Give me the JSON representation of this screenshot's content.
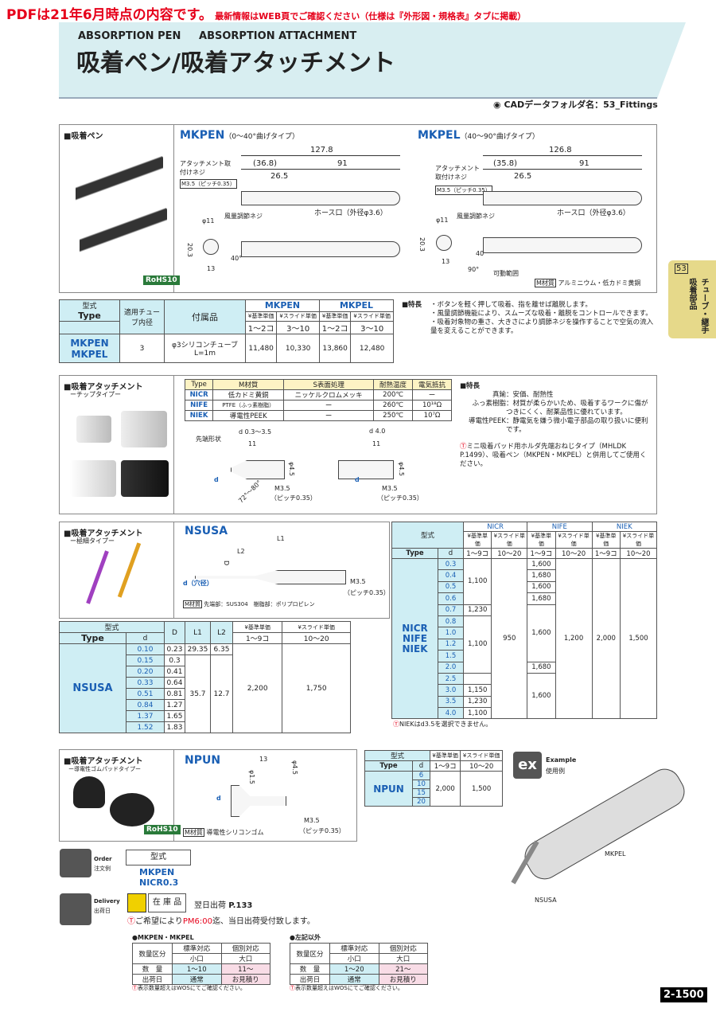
{
  "notice": "PDFは21年6月時点の内容です。",
  "notice_sub": "最新情報はWEB頁でご確認ください（仕様は『外形図・規格表』タブに掲載）",
  "header": {
    "en1": "ABSORPTION PEN",
    "en2": "ABSORPTION ATTACHMENT",
    "title": "吸着ペン/吸着アタッチメント"
  },
  "cad": "CADデータフォルダ名：53_Fittings",
  "side_tab": {
    "num": "53",
    "label": "チューブ・継手 吸着部品"
  },
  "pen": {
    "title": "■吸着ペン",
    "rohs": "RoHS10",
    "mkpen": {
      "name": "MKPEN",
      "sub": "（0〜40°曲げタイプ）",
      "d1": "127.8",
      "d2": "(36.8)",
      "d3": "91",
      "d4": "26.5",
      "l1": "アタッチメント取付けネジ",
      "l2": "M3.5（ピッチ0.35）",
      "l3": "ホース口（外径φ3.6）",
      "l4": "風量調節ネジ",
      "d5": "φ11",
      "d6": "20.3",
      "d7": "13",
      "d8": "40°"
    },
    "mkpel": {
      "name": "MKPEL",
      "sub": "（40〜90°曲げタイプ）",
      "d1": "126.8",
      "d2": "(35.8)",
      "d3": "91",
      "d4": "26.5",
      "l1": "アタッチメント取付けネジ",
      "l2": "M3.5（ピッチ0.35）",
      "l3": "ホース口（外径φ3.6）",
      "l4": "風量調節ネジ",
      "d5": "φ11",
      "d6": "20.3",
      "d7": "13",
      "d8": "40°",
      "d9": "90°",
      "l5": "可動範囲"
    },
    "material_label": "M材質",
    "material": "アルミニウム・低カドミ黄銅"
  },
  "pen_table": {
    "h_type": "型式",
    "h_type_en": "Type",
    "h_tube": "適用チューブ内径",
    "h_acc": "付属品",
    "h_mkpen": "MKPEN",
    "h_mkpel": "MKPEL",
    "h_p1": "¥基準単価",
    "h_p2": "¥スライド単価",
    "h_q1": "1〜2コ",
    "h_q2": "3〜10",
    "row_type1": "MKPEN",
    "row_type2": "MKPEL",
    "tube": "3",
    "acc": "φ3シリコンチューブ　L=1m",
    "v1": "11,480",
    "v2": "10,330",
    "v3": "13,860",
    "v4": "12,480"
  },
  "pen_feat": {
    "label": "■特長",
    "items": [
      "・ボタンを軽く押して吸着、指を離せば離脱します。",
      "・風量調節機能により、スムーズな吸着・離脱をコントロールできます。",
      "・吸着対象物の重さ、大きさにより調節ネジを操作することで空気の流入量を変えることができます。"
    ]
  },
  "chip": {
    "title": "■吸着アタッチメント",
    "sub": "ーチップタイプー",
    "table": {
      "h": [
        "Type",
        "M材質",
        "S表面処理",
        "耐熱温度",
        "電気抵抗"
      ],
      "rows": [
        [
          "NICR",
          "低カドミ黄銅",
          "ニッケルクロムメッキ",
          "200℃",
          "ー"
        ],
        [
          "NIFE",
          "PTFE（ふっ素樹脂）",
          "ー",
          "260℃",
          "10¹⁸Ω"
        ],
        [
          "NIEK",
          "導電性PEEK",
          "ー",
          "250℃",
          "10⁷Ω"
        ]
      ]
    },
    "shape_label": "先端形状",
    "d_a": "d 0.3〜3.5",
    "d_b": "d 4.0",
    "dim11": "11",
    "dim11b": "11",
    "phi45": "φ4.5",
    "phi45b": "φ4.5",
    "angle": "72°〜80°",
    "m35": "M3.5",
    "pitch": "（ピッチ0.35）",
    "m35b": "M3.5",
    "pitchb": "（ピッチ0.35）",
    "d_lbl": "d",
    "d_lblb": "d",
    "feat_label": "■特長",
    "feat": [
      [
        "真鍮",
        "：安価、耐熱性"
      ],
      [
        "ふっ素樹脂",
        "：材質が柔らかいため、吸着するワークに傷がつきにくく、耐薬品性に優れています。"
      ],
      [
        "導電性PEEK",
        "：静電気を嫌う微小電子部品の取り扱いに便利です。"
      ]
    ],
    "note": "ミニ吸着パッド用ホルダ先端おねじタイプ（MHLDK P.1499）、吸着ペン（MKPEN・MKPEL）と併用してご使用ください。"
  },
  "nsusa": {
    "title": "■吸着アタッチメント",
    "sub": "ー極細タイプー",
    "name": "NSUSA",
    "l1": "L1",
    "l2": "L2",
    "d": "D",
    "dh": "d（穴径）",
    "m35": "M3.5",
    "pitch": "（ピッチ0.35）",
    "material_label": "M材質",
    "material": "先端部：SUS304　樹脂部：ポリプロピレン",
    "table": {
      "h_type": "型式",
      "h_type_en": "Type",
      "h_d": "d",
      "h_D": "D",
      "h_L1": "L1",
      "h_L2": "L2",
      "h_p1": "¥基準単価",
      "h_p2": "¥スライド単価",
      "h_q1": "1〜9コ",
      "h_q2": "10〜20",
      "type": "NSUSA",
      "ds": [
        "0.10",
        "0.15",
        "0.20",
        "0.33",
        "0.51",
        "0.84",
        "1.37",
        "1.52"
      ],
      "Ds": [
        "0.23",
        "0.3",
        "0.41",
        "0.64",
        "0.81",
        "1.27",
        "1.65",
        "1.83"
      ],
      "L1a": "29.35",
      "L2a": "6.35",
      "L1b": "35.7",
      "L2b": "12.7",
      "p1": "2,200",
      "p2": "1,750"
    }
  },
  "tip_price": {
    "h_type": "型式",
    "h_type_en": "Type",
    "h_d": "d",
    "h_nicr": "NICR",
    "h_nife": "NIFE",
    "h_niek": "NIEK",
    "h_p1": "¥基準単価",
    "h_p2": "¥スライド単価",
    "h_q1": "1〜9コ",
    "h_q2": "10〜20",
    "types": "NICR NIFE NIEK",
    "ds": [
      "0.3",
      "0.4",
      "0.5",
      "0.6",
      "0.7",
      "0.8",
      "1.0",
      "1.2",
      "1.5",
      "2.0",
      "2.5",
      "3.0",
      "3.5",
      "4.0"
    ],
    "nicr1": [
      "1,100",
      "1,230",
      "1,100",
      "1,150",
      "1,230",
      "1,100"
    ],
    "nicr2": "950",
    "nife1": [
      "1,600",
      "1,680",
      "1,600",
      "1,680",
      "1,600",
      "1,680",
      "1,600"
    ],
    "nife2": "1,200",
    "niek1": "2,000",
    "niek2": "1,500",
    "note": "NIEKはd3.5を選択できません。"
  },
  "npun": {
    "title": "■吸着アタッチメント",
    "sub": "ー導電性ゴムパッドタイプー",
    "name": "NPUN",
    "dim13": "13",
    "phi45": "φ4.5",
    "phi15": "φ1.5",
    "d": "d",
    "m35": "M3.5",
    "pitch": "（ピッチ0.35）",
    "material_label": "M材質",
    "material": "導電性シリコンゴム",
    "rohs": "RoHS10",
    "table": {
      "h_type": "型式",
      "h_type_en": "Type",
      "h_d": "d",
      "h_p1": "¥基準単価",
      "h_p2": "¥スライド単価",
      "h_q1": "1〜9コ",
      "h_q2": "10〜20",
      "type": "NPUN",
      "ds": [
        "6",
        "10",
        "15",
        "20"
      ],
      "p1": "2,000",
      "p2": "1,500"
    }
  },
  "example": {
    "label": "Example",
    "label_jp": "使用例",
    "ex": "ex",
    "mkpel": "MKPEL",
    "nsusa": "NSUSA"
  },
  "order": {
    "label": "Order",
    "label_jp": "注文例",
    "h": "型式",
    "v1": "MKPEN",
    "v2": "NICR0.3"
  },
  "delivery": {
    "label": "Delivery",
    "label_jp": "出荷日",
    "stock": "在 庫 品",
    "next": "翌日出荷",
    "page": "P.133",
    "note1": "ご希望により",
    "note_red": "PM6:00",
    "note2": "迄、当日出荷受付致します。"
  },
  "del_t1": {
    "title": "●MKPEN・MKPEL",
    "h1": "数量区分",
    "h2": "標準対応",
    "h2s": "小口",
    "h3": "個別対応",
    "h3s": "大口",
    "r1": [
      "数　量",
      "1〜10",
      "11〜"
    ],
    "r2": [
      "出荷日",
      "通常",
      "お見積り"
    ],
    "note": "表示数量超えはWOSにてご確認ください。"
  },
  "del_t2": {
    "title": "●左記以外",
    "h1": "数量区分",
    "h2": "標準対応",
    "h2s": "小口",
    "h3": "個別対応",
    "h3s": "大口",
    "r1": [
      "数　量",
      "1〜20",
      "21〜"
    ],
    "r2": [
      "出荷日",
      "通常",
      "お見積り"
    ],
    "note": "表示数量超えはWOSにてご確認ください。"
  },
  "page_num": "2-1500"
}
